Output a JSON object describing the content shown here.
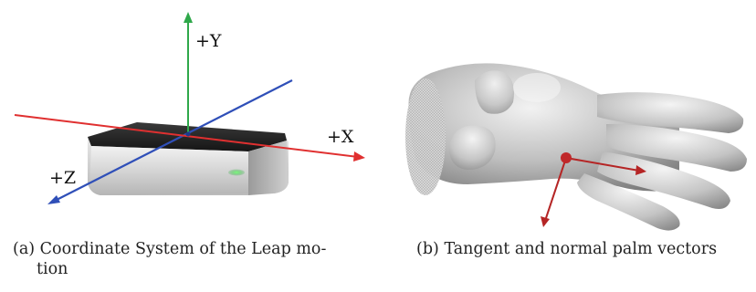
{
  "figure": {
    "panel_a": {
      "axis_labels": {
        "y": "+Y",
        "x": "+X",
        "z": "+Z"
      },
      "caption_tag": "(a)",
      "caption_line1": "Coordinate System of the Leap mo-",
      "caption_line2": "tion"
    },
    "panel_b": {
      "caption_tag": "(b)",
      "caption": "Tangent and normal palm vectors"
    },
    "colors": {
      "x_axis": "#e03030",
      "y_axis": "#2fa84a",
      "z_axis": "#2f4fb8",
      "palm_vectors": "#b52525",
      "device_led": "#3fd34f"
    }
  }
}
